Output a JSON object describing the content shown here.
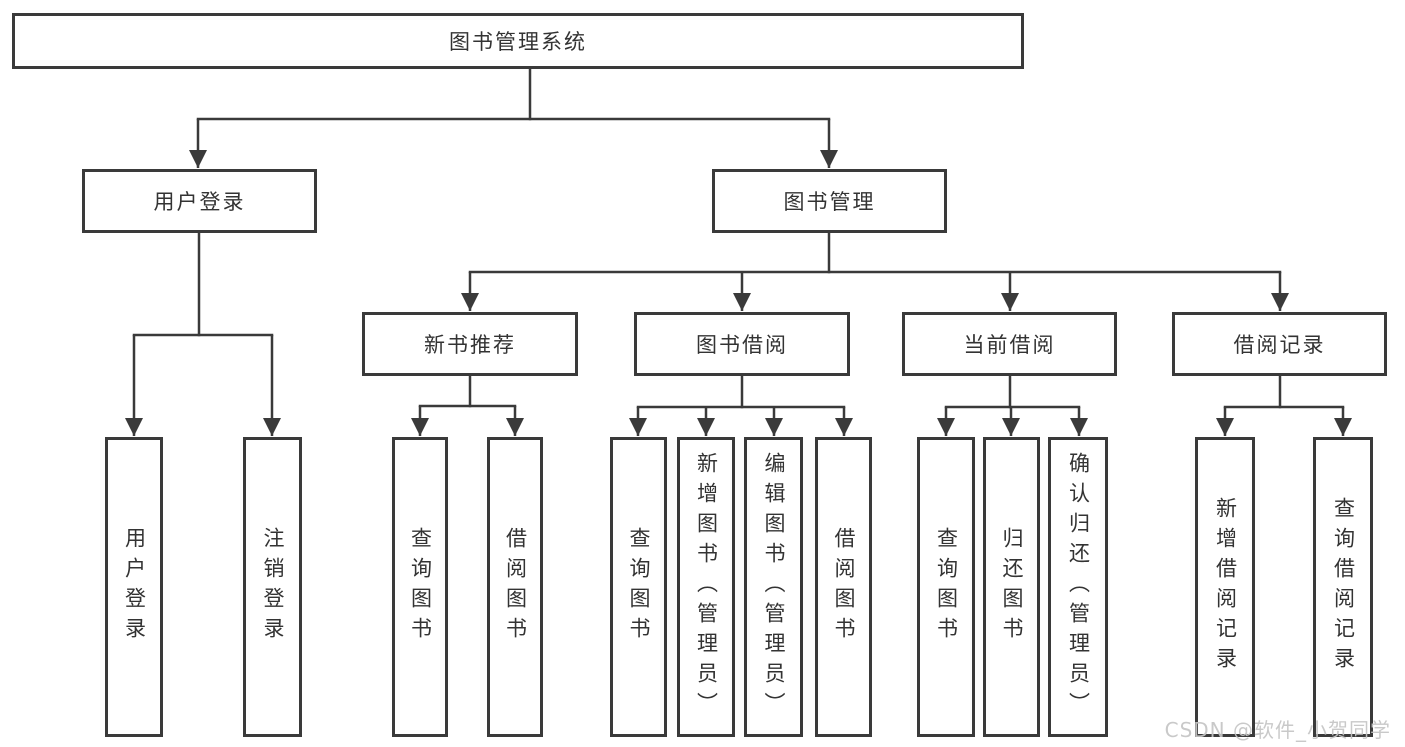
{
  "diagram": {
    "title": "图书管理系统",
    "level2": {
      "user_login": "用户登录",
      "book_management": "图书管理"
    },
    "level3": {
      "new_book_recommend": "新书推荐",
      "book_borrowing": "图书借阅",
      "current_borrowing": "当前借阅",
      "borrowing_records": "借阅记录"
    },
    "level4": {
      "user_login": "用户登录",
      "logout": "注销登录",
      "query_book_recommend": "查询图书",
      "borrow_book_recommend": "借阅图书",
      "query_book_borrowing": "查询图书",
      "add_book_admin": "新增图书（管理员）",
      "edit_book_admin": "编辑图书（管理员）",
      "borrow_book_borrowing": "借阅图书",
      "query_book_current": "查询图书",
      "return_book": "归还图书",
      "confirm_return_admin": "确认归还（管理员）",
      "add_borrow_record": "新增借阅记录",
      "query_borrow_record": "查询借阅记录"
    }
  },
  "watermark": "CSDN @软件_小贺同学",
  "colors": {
    "line": "#3a3a3a",
    "text": "#333333",
    "background": "#ffffff",
    "watermark": "#c5c5c5"
  }
}
